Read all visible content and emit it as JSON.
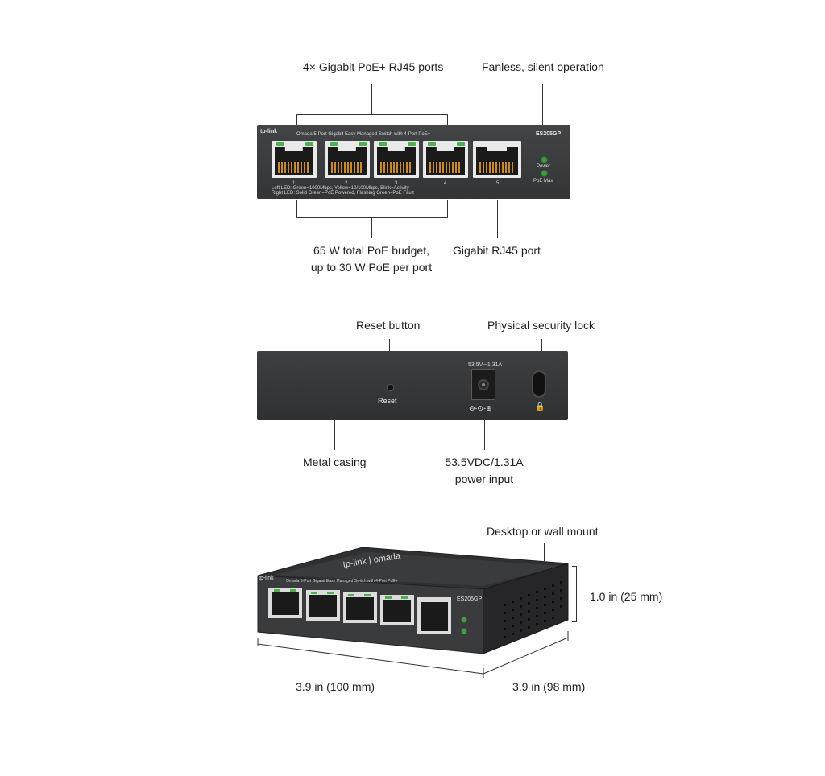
{
  "front_view": {
    "brand": "tp-link",
    "product_line": "Omada 5-Port Gigabit Easy Managed Switch with 4-Port PoE+",
    "model": "ES205GP",
    "port_numbers": [
      "1",
      "2",
      "3",
      "4",
      "5"
    ],
    "indicators": {
      "power": "Power",
      "poe_max": "PoE Max"
    },
    "legend_line1": "Left LED: Green=1000Mbps, Yellow=10/100Mbps, Blink=Activity",
    "legend_line2": "Right LED: Solid Green=PoE Powered, Flashing Green=PoE Fault",
    "callouts": {
      "poe_ports": "4× Gigabit PoE+ RJ45 ports",
      "fanless": "Fanless, silent operation",
      "poe_budget_line1": "65 W total PoE budget,",
      "poe_budget_line2": "up to 30 W PoE per port",
      "gigabit_port": "Gigabit RJ45 port"
    }
  },
  "rear_view": {
    "reset_label": "Reset",
    "power_rating": "53.5V⎓1.31A",
    "polarity_symbol": "⊖-⊙-⊕",
    "lock_symbol": "🔒",
    "callouts": {
      "reset_button": "Reset button",
      "security_lock": "Physical security lock",
      "metal_casing": "Metal casing",
      "power_input_line1": "53.5VDC/1.31A",
      "power_input_line2": "power input"
    }
  },
  "iso_view": {
    "top_logo": "tp-link | omada",
    "callouts": {
      "mount": "Desktop or wall mount",
      "height": "1.0 in (25 mm)",
      "width": "3.9 in (100 mm)",
      "depth": "3.9 in (98 mm)"
    }
  },
  "colors": {
    "chassis": "#3a3b3d",
    "chassis_dark": "#2b2c2e",
    "led_green": "#4caf50",
    "led_yellow": "#d8c23a",
    "leader": "#333333"
  }
}
